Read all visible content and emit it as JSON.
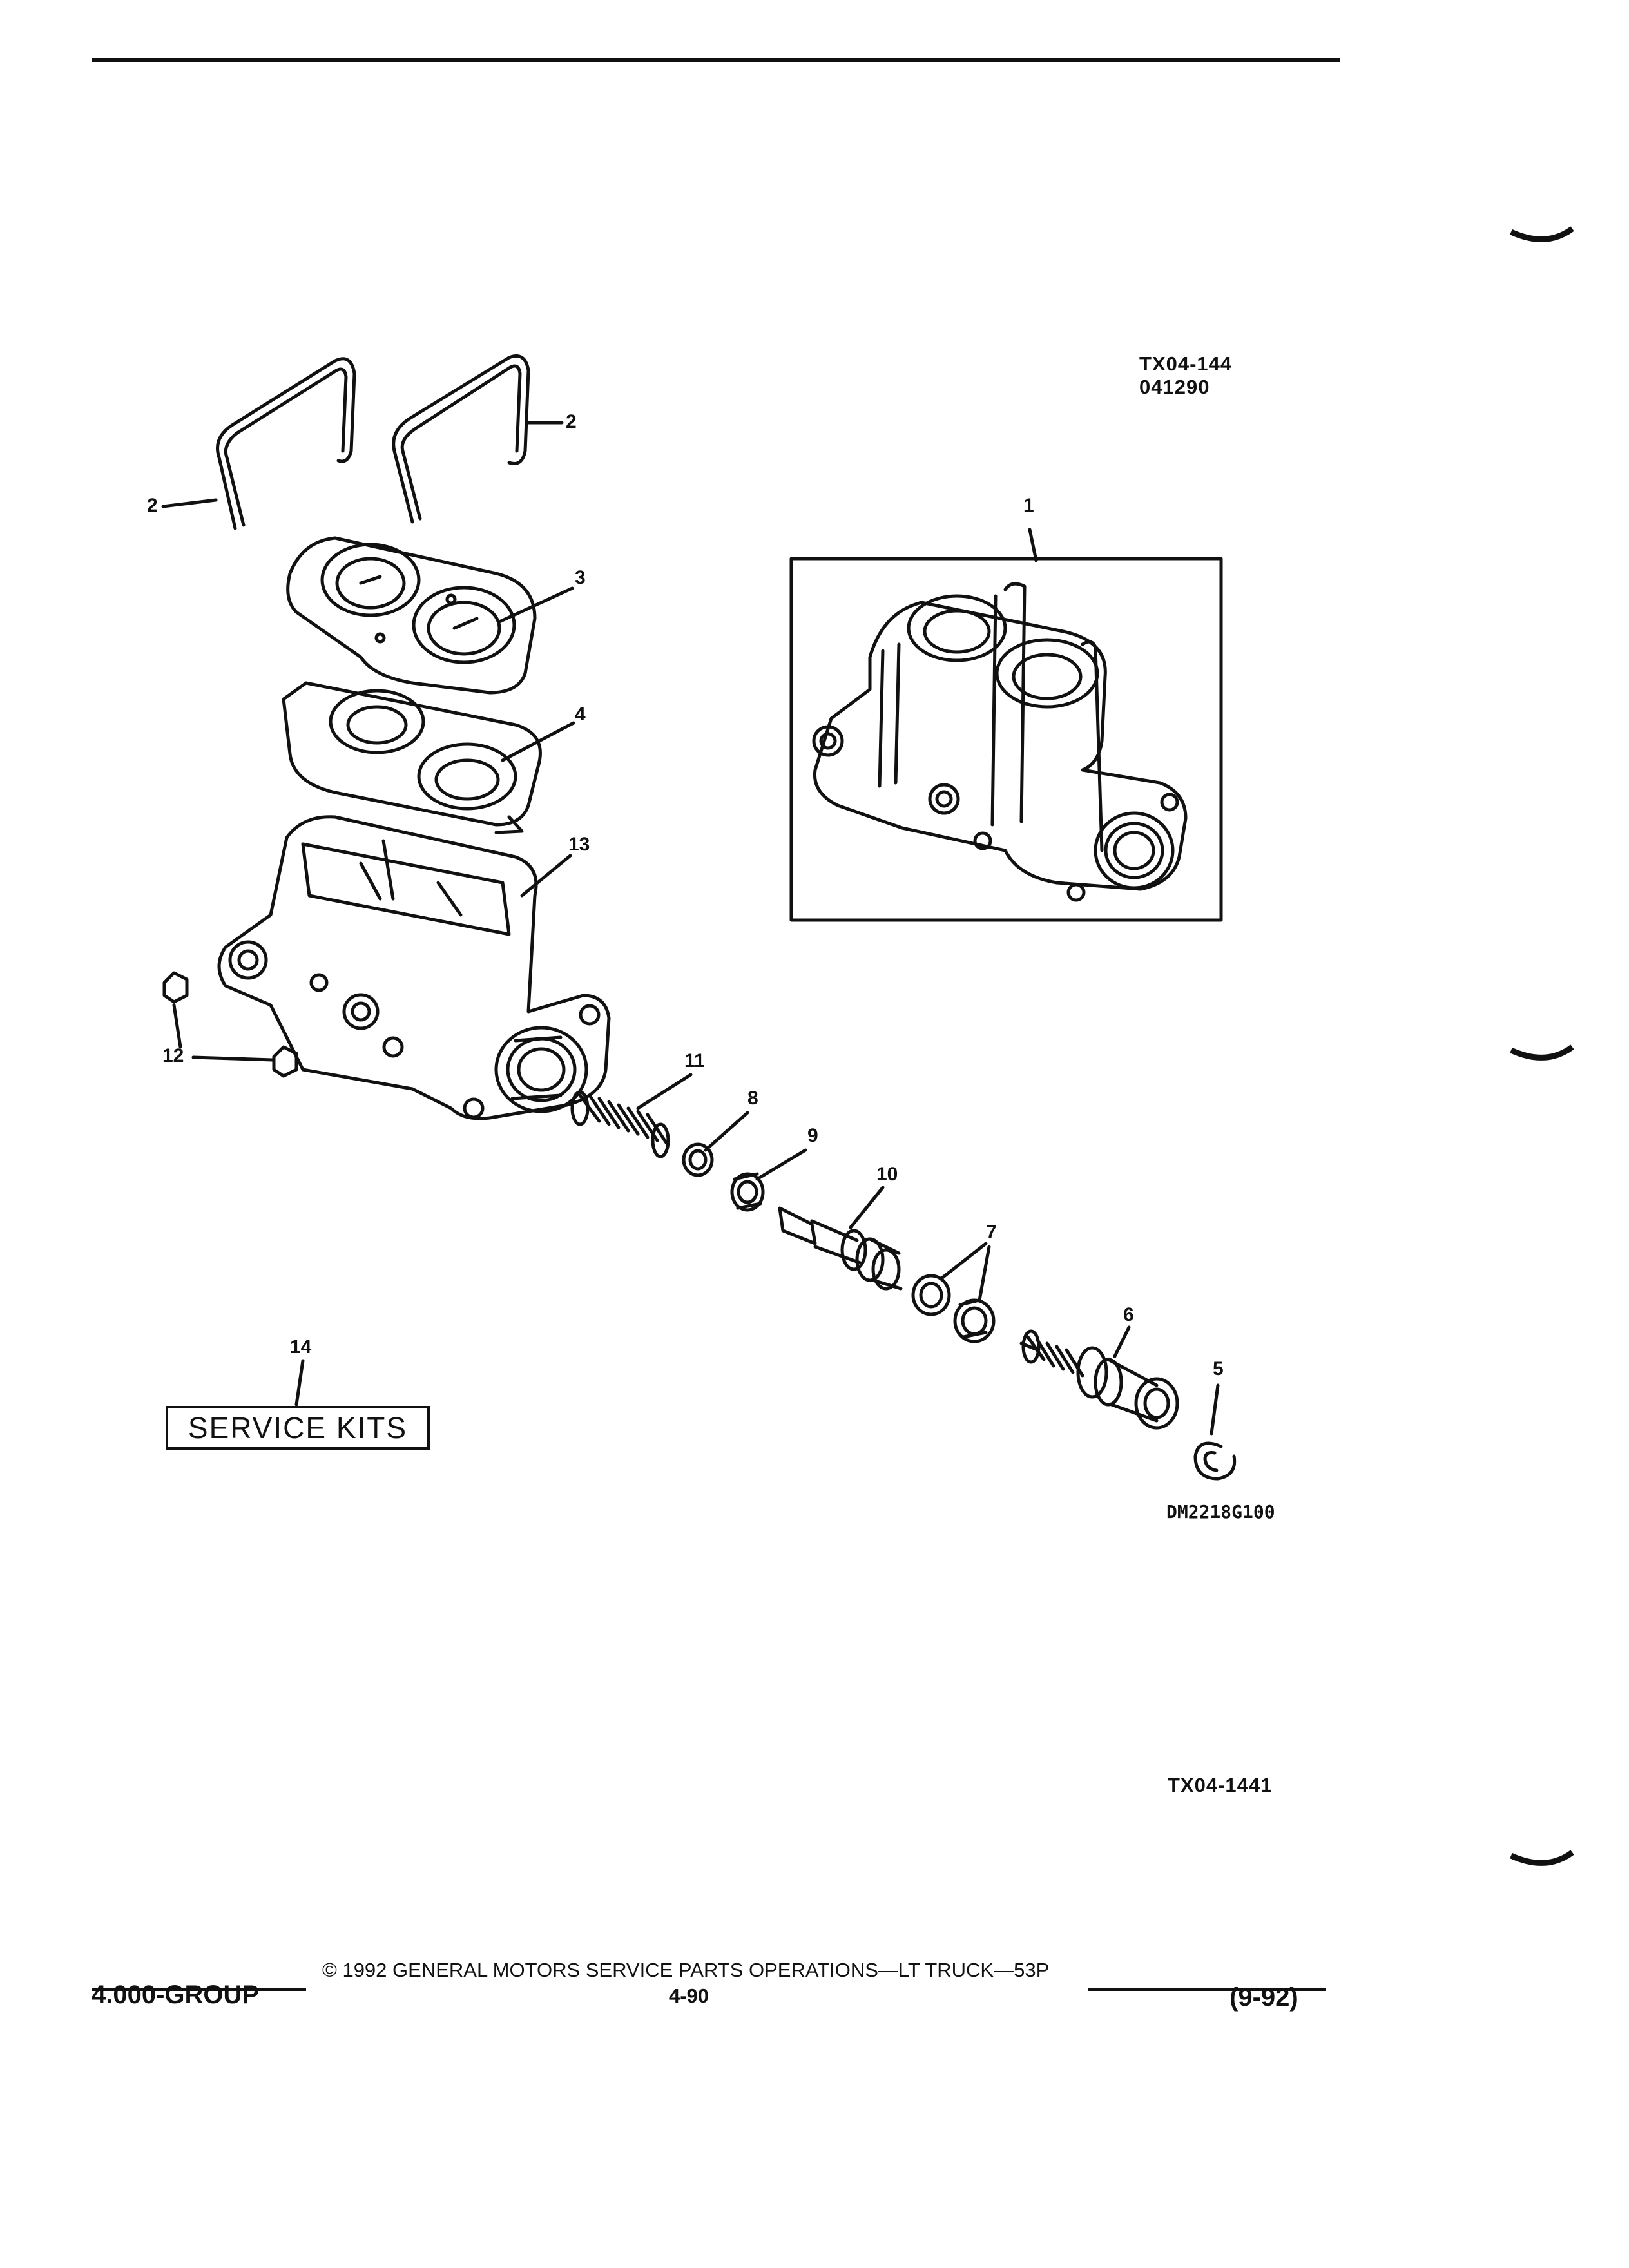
{
  "figure": {
    "ref_code": "TX04-144",
    "ref_date": "041290",
    "drawing_code": "DM2218G100",
    "figure_id": "TX04-1441",
    "service_kits_label": "SERVICE KITS",
    "callouts": {
      "c1": "1",
      "c2a": "2",
      "c2b": "2",
      "c3": "3",
      "c4": "4",
      "c5": "5",
      "c6": "6",
      "c7": "7",
      "c8": "8",
      "c9": "9",
      "c10": "10",
      "c11": "11",
      "c12": "12",
      "c13": "13",
      "c14": "14"
    }
  },
  "footer": {
    "copyright": "© 1992 GENERAL MOTORS SERVICE PARTS OPERATIONS—LT TRUCK—53P",
    "group": "4.000-GROUP",
    "page": "4-90",
    "date": "(9-92)"
  }
}
